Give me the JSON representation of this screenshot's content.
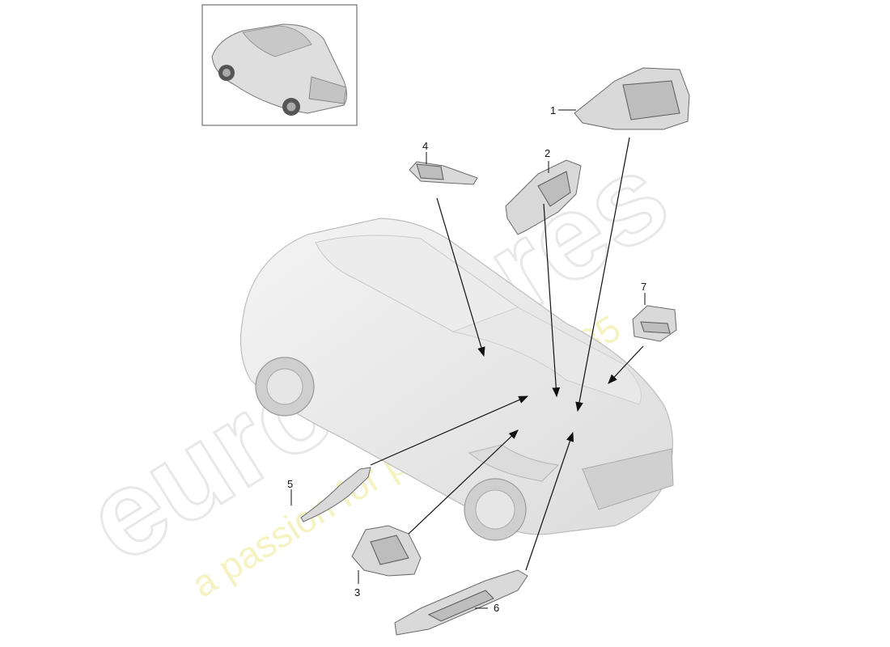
{
  "watermark": {
    "brand": "eurospares",
    "tagline": "a passion for parts since 1985"
  },
  "thumbnail": {
    "icon": "car-thumbnail-icon"
  },
  "callouts": [
    {
      "id": "1",
      "label": "1"
    },
    {
      "id": "2",
      "label": "2"
    },
    {
      "id": "3",
      "label": "3"
    },
    {
      "id": "4",
      "label": "4"
    },
    {
      "id": "5",
      "label": "5"
    },
    {
      "id": "6",
      "label": "6"
    },
    {
      "id": "7",
      "label": "7"
    }
  ],
  "colors": {
    "line": "#111111",
    "part_fill": "#d9d9d9",
    "watermark_gray": "#e6e6e6",
    "watermark_yellow": "#f4f2b8"
  }
}
